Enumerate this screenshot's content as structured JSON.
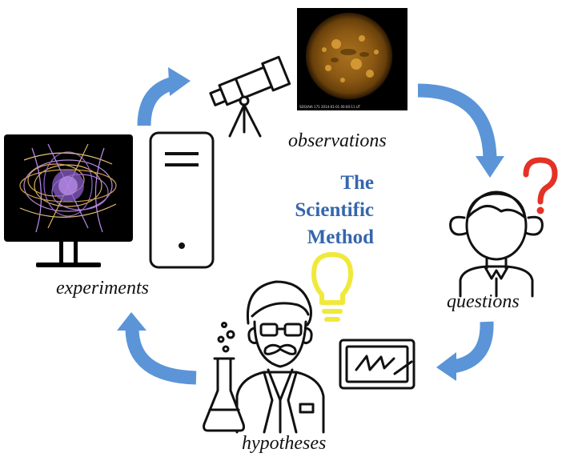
{
  "title": {
    "line1": "The",
    "line2": "Scientific",
    "line3": "Method"
  },
  "stages": {
    "observations": "observations",
    "questions": "questions",
    "hypotheses": "hypotheses",
    "experiments": "experiments"
  },
  "sun_caption": "SDO/AIA 171   2014-01-01 00:00:11 UT",
  "colors": {
    "title": "#3566ad",
    "arrow": "#5b95d8",
    "question_mark": "#e43226",
    "bulb": "#f0e93a",
    "line_art": "#111111"
  },
  "icons": [
    "telescope-icon",
    "sun-image",
    "girl-icon",
    "question-mark-icon",
    "scientist-icon",
    "flask-icon",
    "lightbulb-icon",
    "chalkboard-icon",
    "monitor-icon",
    "computer-tower-icon"
  ]
}
